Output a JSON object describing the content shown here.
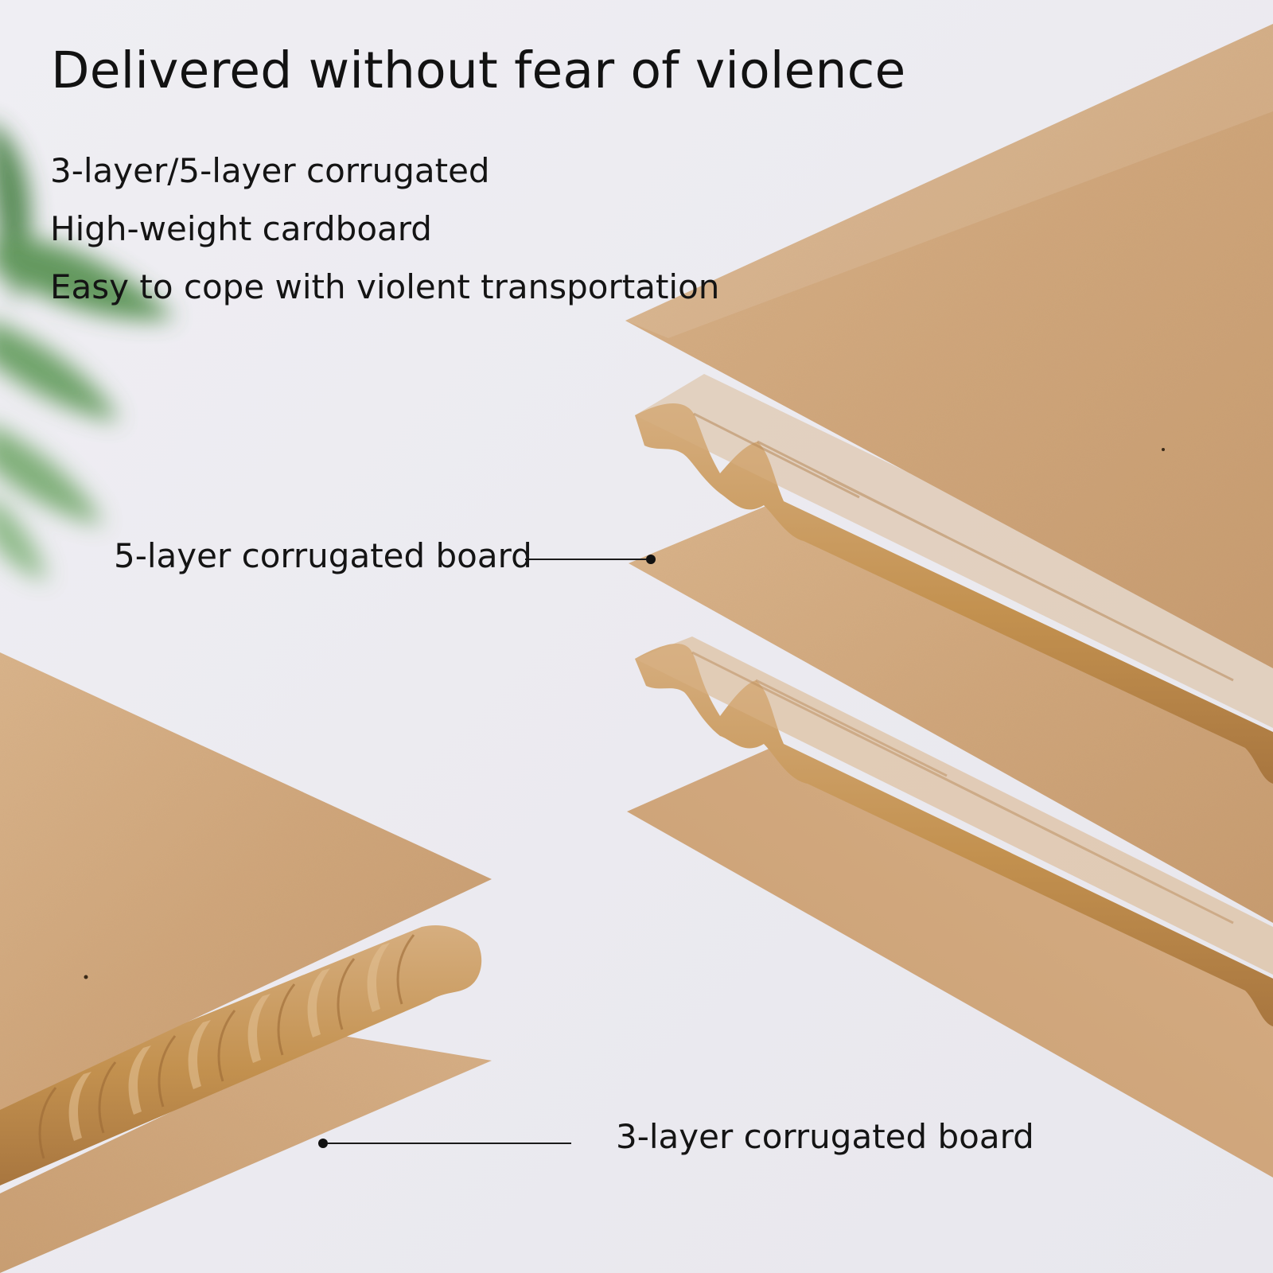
{
  "headline": "Delivered without fear of violence",
  "features": [
    "3-layer/5-layer corrugated",
    "High-weight cardboard",
    "Easy to cope with violent transportation"
  ],
  "callouts": {
    "five_layer": "5-layer corrugated board",
    "three_layer": "3-layer corrugated board"
  },
  "colors": {
    "background": "#ecebf0",
    "kraft_liner": "#cfa57a",
    "kraft_flute": "#c6925c",
    "text": "#141414"
  },
  "icons": {
    "plant": "blurred-plant-leaves"
  }
}
